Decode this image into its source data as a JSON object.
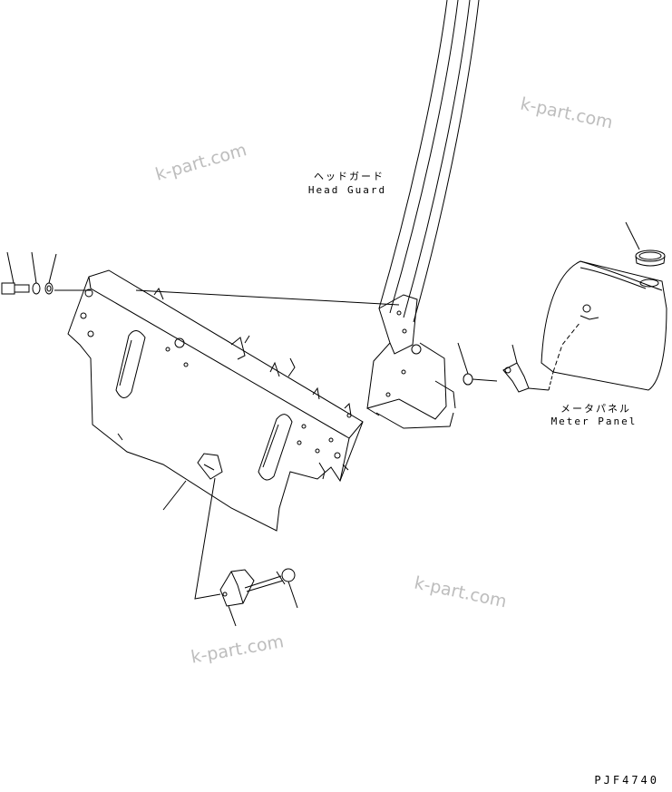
{
  "labels": {
    "head_guard_jp": "ヘッドガード",
    "head_guard_en": "Head Guard",
    "meter_panel_jp": "メータパネル",
    "meter_panel_en": "Meter Panel"
  },
  "watermark": "k-part.com",
  "drawing_code": "PJF4740"
}
